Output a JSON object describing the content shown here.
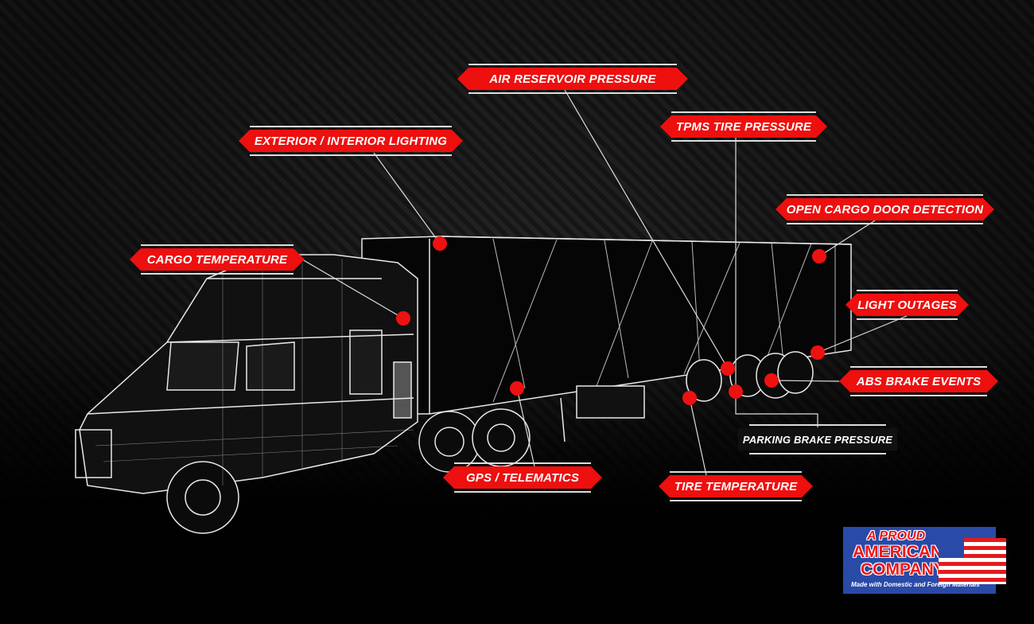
{
  "labels": {
    "air_reservoir": "AIR RESERVOIR PRESSURE",
    "lighting": "EXTERIOR / INTERIOR LIGHTING",
    "tpms": "TPMS TIRE PRESSURE",
    "cargo_door": "OPEN CARGO DOOR DETECTION",
    "cargo_temp": "CARGO TEMPERATURE",
    "light_outages": "LIGHT OUTAGES",
    "abs": "ABS BRAKE EVENTS",
    "parking_brake": "PARKING BRAKE PRESSURE",
    "gps": "GPS / TELEMATICS",
    "tire_temp": "TIRE TEMPERATURE"
  },
  "logo": {
    "line1": "A PROUD",
    "line2": "AMERICAN",
    "line3": "COMPANY",
    "tagline": "Made with Domestic and Foreign Materials"
  },
  "colors": {
    "accent": "#ee0f0f",
    "logo_bg": "#2a4aa8"
  }
}
